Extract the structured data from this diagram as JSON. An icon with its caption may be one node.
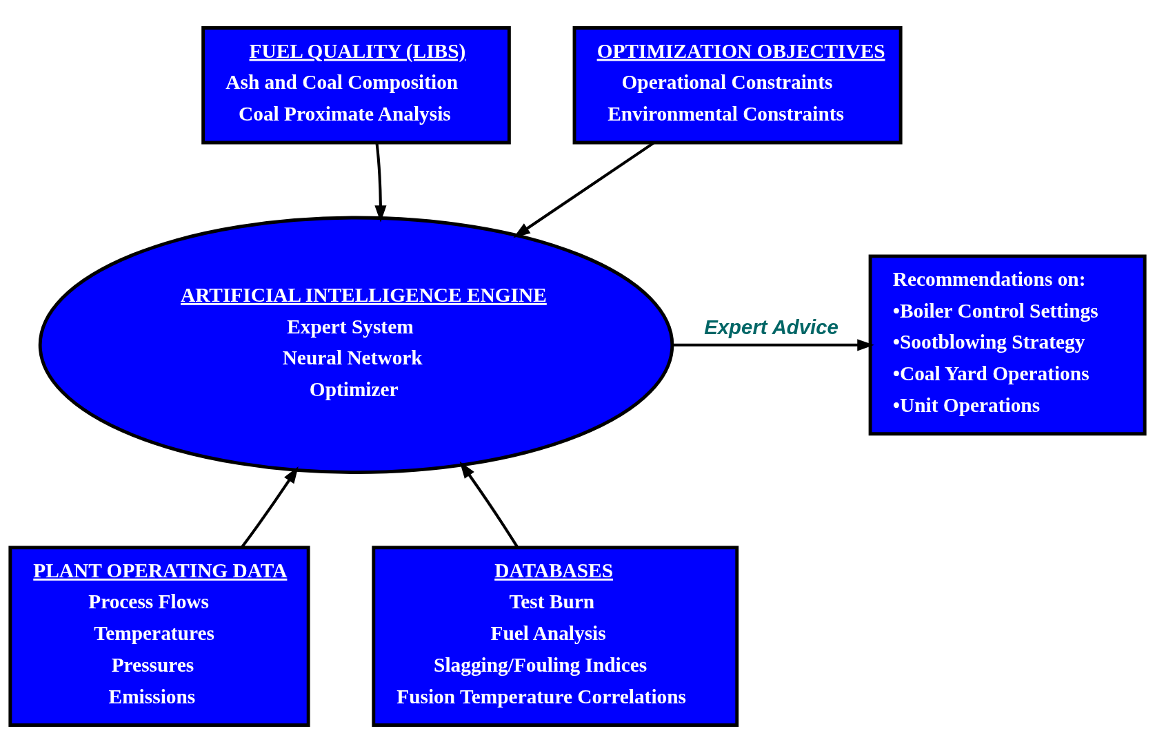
{
  "diagram": {
    "nodes": [
      {
        "text": [
          "FUEL QUALITY (LIBS)",
          "Ash and Coal Composition",
          "Coal Proximate Analysis"
        ]
      },
      {
        "text": [
          "OPTIMIZATION OBJECTIVES",
          "Operational Constraints",
          "Environmental Constraints"
        ]
      },
      {
        "text": [
          "ARTIFICIAL INTELLIGENCE ENGINE",
          "Expert System",
          "Neural Network",
          "Optimizer"
        ]
      },
      {
        "text": [
          "Recommendations on:",
          "•Boiler Control Settings",
          "•Sootblowing Strategy",
          "•Coal Yard Operations",
          "•Unit Operations"
        ]
      },
      {
        "text": [
          "PLANT OPERATING DATA",
          "Process Flows",
          "Temperatures",
          "Pressures",
          "Emissions"
        ]
      },
      {
        "text": [
          "DATABASES",
          "Test Burn",
          "Fuel Analysis",
          "Slagging/Fouling Indices",
          "Fusion Temperature Correlations"
        ]
      }
    ],
    "edges": [
      {
        "from": 0,
        "to": 2,
        "arrow": "to"
      },
      {
        "from": 1,
        "to": 2,
        "arrow": "to"
      },
      {
        "from": 2,
        "to": 3,
        "arrow": "to",
        "label": "Expert Advice"
      },
      {
        "from": 4,
        "to": 2,
        "arrow": "to"
      },
      {
        "from": 5,
        "to": 2,
        "arrow": "to"
      }
    ]
  }
}
